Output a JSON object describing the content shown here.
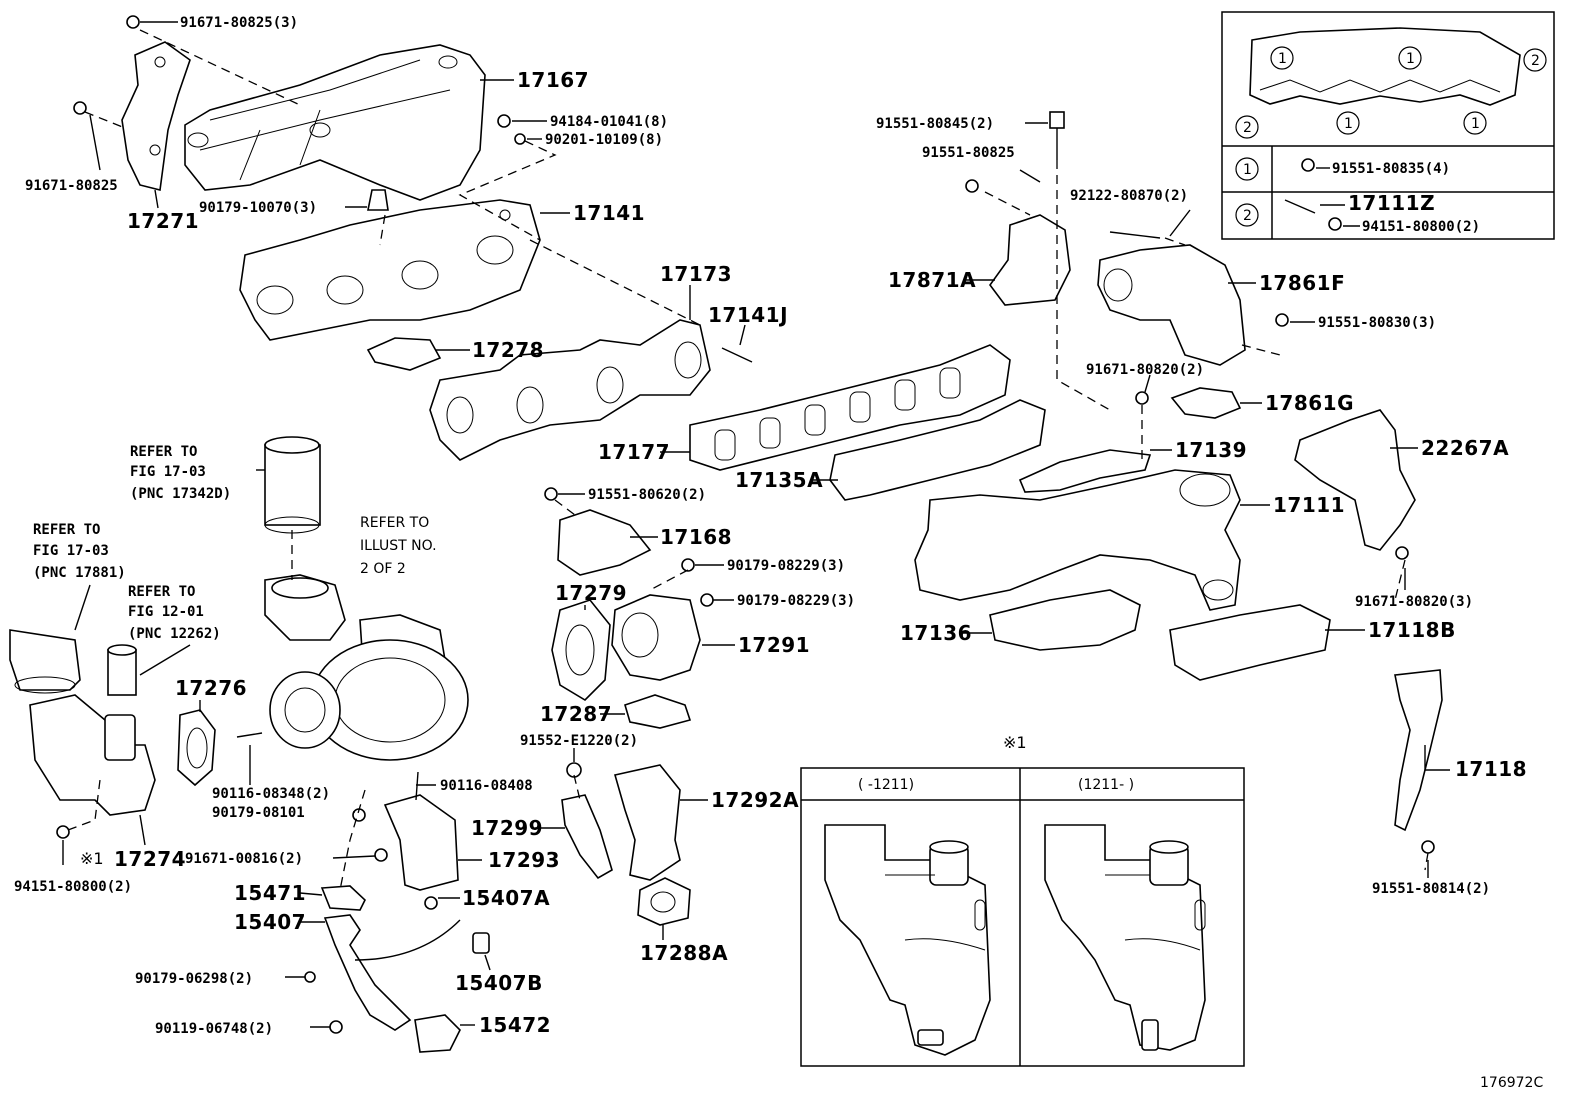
{
  "diagram_id": "176972C",
  "labels": {
    "p_91671_80825_3": "91671-80825(3)",
    "p_17167": "17167",
    "p_91671_80825": "91671-80825",
    "p_17271": "17271",
    "p_94184_01041": "94184-01041(8)",
    "p_90201_10109": "90201-10109(8)",
    "p_90179_10070": "90179-10070(3)",
    "p_17141": "17141",
    "p_17173": "17173",
    "p_17141J": "17141J",
    "p_17278": "17278",
    "p_17177": "17177",
    "p_91551_80845": "91551-80845(2)",
    "p_91551_80825": "91551-80825",
    "p_92122_80870": "92122-80870(2)",
    "p_17871A": "17871A",
    "p_17861F": "17861F",
    "p_91551_80830": "91551-80830(3)",
    "p_91671_80820_2": "91671-80820(2)",
    "p_17861G": "17861G",
    "p_17139": "17139",
    "p_22267A": "22267A",
    "p_17135A": "17135A",
    "p_17111": "17111",
    "p_91551_80620": "91551-80620(2)",
    "p_17168": "17168",
    "p_90179_08229_a": "90179-08229(3)",
    "p_90179_08229_b": "90179-08229(3)",
    "p_17279": "17279",
    "p_17291": "17291",
    "p_91671_80820_3": "91671-80820(3)",
    "p_17136": "17136",
    "p_17118B": "17118B",
    "p_17276": "17276",
    "p_17287": "17287",
    "p_91552_E1220": "91552-E1220(2)",
    "p_90116_08348": "90116-08348(2)",
    "p_90116_08408": "90116-08408",
    "p_90179_08101": "90179-08101",
    "p_17292A": "17292A",
    "p_17118": "17118",
    "p_17299": "17299",
    "p_91671_00816": "91671-00816(2)",
    "p_17293": "17293",
    "p_17274": "17274",
    "p_note1": "※1",
    "p_94151_80800_2": "94151-80800(2)",
    "p_15471": "15471",
    "p_15407A": "15407A",
    "p_15407": "15407",
    "p_90179_06298": "90179-06298(2)",
    "p_15407B": "15407B",
    "p_90119_06748": "90119-06748(2)",
    "p_15472": "15472",
    "p_17288A": "17288A",
    "p_91551_80814": "91551-80814(2)"
  },
  "references": {
    "ref1_line1": "REFER TO",
    "ref1_line2": "FIG 17-03",
    "ref1_line3": "(PNC 17342D)",
    "ref2_line1": "REFER TO",
    "ref2_line2": "FIG 17-03",
    "ref2_line3": "(PNC 17881)",
    "ref3_line1": "REFER TO",
    "ref3_line2": "FIG 12-01",
    "ref3_line3": "(PNC 12262)",
    "ref4_line1": "REFER TO",
    "ref4_line2": "ILLUST NO.",
    "ref4_line3": "2 OF 2"
  },
  "inset_top_right": {
    "legend_1_mark": "1",
    "legend_1_part": "91551-80835(4)",
    "legend_2_mark": "2",
    "legend_2_part_a": "17111Z",
    "legend_2_part_b": "94151-80800(2)",
    "marker_1": "1",
    "marker_2": "2"
  },
  "inset_bottom": {
    "title_mark": "※1",
    "col_left": "(     -1211)",
    "col_right": "(1211-       )"
  }
}
